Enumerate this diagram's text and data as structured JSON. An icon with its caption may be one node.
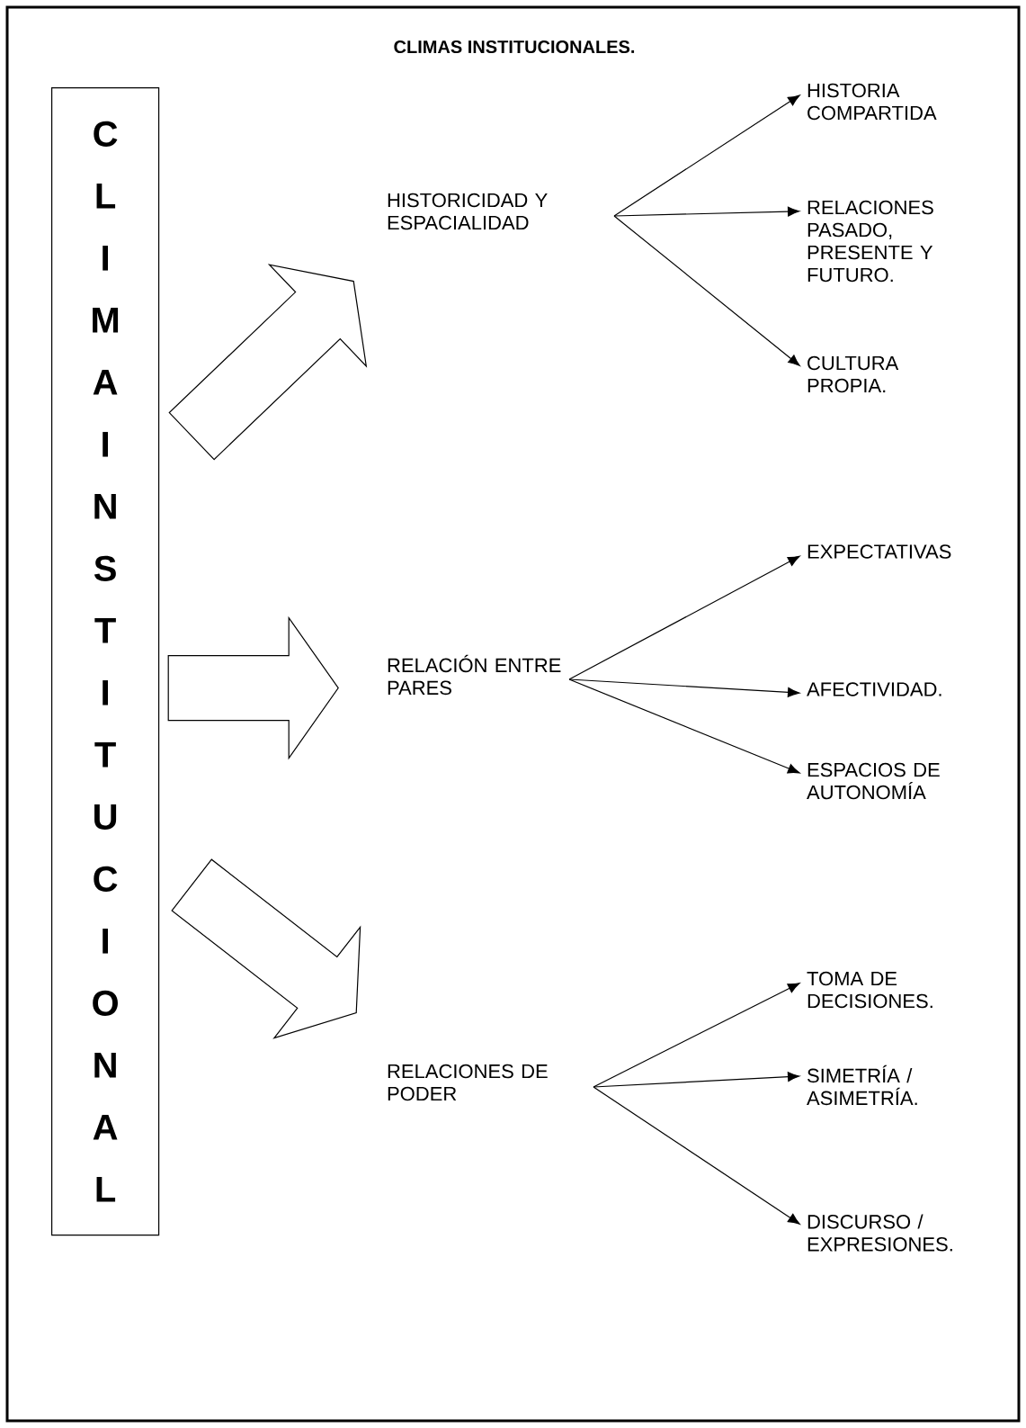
{
  "diagram": {
    "title": "CLIMAS INSTITUCIONALES.",
    "nodes": [
      {
        "text": [
          "CLIMA INSTITUCIONAL"
        ]
      },
      {
        "text": [
          "HISTORICIDAD Y ESPACIALIDAD"
        ]
      },
      {
        "text": [
          "RELACIÓN ENTRE PARES"
        ]
      },
      {
        "text": [
          "RELACIONES DE PODER"
        ]
      },
      {
        "text": [
          "HISTORIA COMPARTIDA"
        ]
      },
      {
        "text": [
          "RELACIONES PASADO, PRESENTE Y FUTURO."
        ]
      },
      {
        "text": [
          "CULTURA PROPIA."
        ]
      },
      {
        "text": [
          "EXPECTATIVAS"
        ]
      },
      {
        "text": [
          "AFECTIVIDAD."
        ]
      },
      {
        "text": [
          "ESPACIOS DE AUTONOMÍA"
        ]
      },
      {
        "text": [
          "TOMA DE DECISIONES."
        ]
      },
      {
        "text": [
          "SIMETRÍA / ASIMETRÍA."
        ]
      },
      {
        "text": [
          "DISCURSO / EXPRESIONES."
        ]
      }
    ],
    "edges": [
      {
        "from": 0,
        "to": 1,
        "arrow": "to",
        "style": "thick"
      },
      {
        "from": 0,
        "to": 2,
        "arrow": "to",
        "style": "thick"
      },
      {
        "from": 0,
        "to": 3,
        "arrow": "to",
        "style": "thick"
      },
      {
        "from": 1,
        "to": 4,
        "arrow": "to"
      },
      {
        "from": 1,
        "to": 5,
        "arrow": "to"
      },
      {
        "from": 1,
        "to": 6,
        "arrow": "to"
      },
      {
        "from": 2,
        "to": 7,
        "arrow": "to"
      },
      {
        "from": 2,
        "to": 8,
        "arrow": "to"
      },
      {
        "from": 2,
        "to": 9,
        "arrow": "to"
      },
      {
        "from": 3,
        "to": 10,
        "arrow": "to"
      },
      {
        "from": 3,
        "to": 11,
        "arrow": "to"
      },
      {
        "from": 3,
        "to": 12,
        "arrow": "to"
      }
    ]
  }
}
